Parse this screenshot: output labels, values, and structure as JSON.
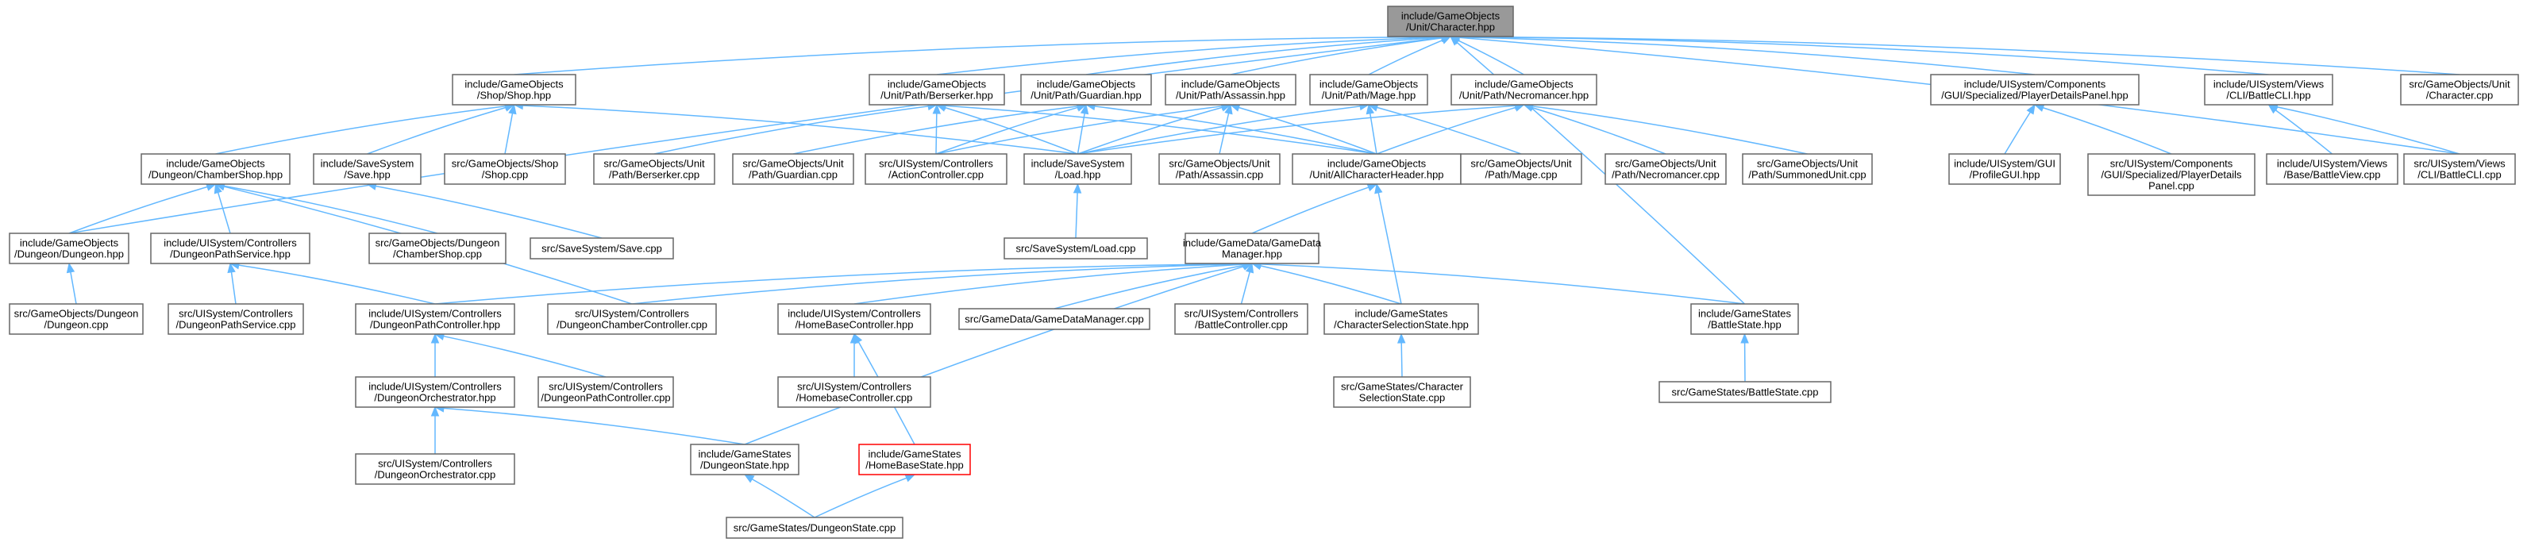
{
  "colors": {
    "edge": "#63b8ff",
    "node_border": "#666666",
    "root_fill": "#999999",
    "highlight_border": "#ff0000"
  },
  "nodes": [
    {
      "id": "char",
      "lines": [
        "include/GameObjects",
        "/Unit/Character.hpp"
      ],
      "style": "root"
    },
    {
      "id": "shop",
      "lines": [
        "include/GameObjects",
        "/Shop/Shop.hpp"
      ]
    },
    {
      "id": "berserker",
      "lines": [
        "include/GameObjects",
        "/Unit/Path/Berserker.hpp"
      ]
    },
    {
      "id": "guardian",
      "lines": [
        "include/GameObjects",
        "/Unit/Path/Guardian.hpp"
      ]
    },
    {
      "id": "assassin",
      "lines": [
        "include/GameObjects",
        "/Unit/Path/Assassin.hpp"
      ]
    },
    {
      "id": "mage",
      "lines": [
        "include/GameObjects",
        "/Unit/Path/Mage.hpp"
      ]
    },
    {
      "id": "necro",
      "lines": [
        "include/GameObjects",
        "/Unit/Path/Necromancer.hpp"
      ]
    },
    {
      "id": "pdp",
      "lines": [
        "include/UISystem/Components",
        "/GUI/Specialized/PlayerDetailsPanel.hpp"
      ]
    },
    {
      "id": "bcli",
      "lines": [
        "include/UISystem/Views",
        "/CLI/BattleCLI.hpp"
      ]
    },
    {
      "id": "charcpp",
      "lines": [
        "src/GameObjects/Unit",
        "/Character.cpp"
      ]
    },
    {
      "id": "chambershop",
      "lines": [
        "include/GameObjects",
        "/Dungeon/ChamberShop.hpp"
      ]
    },
    {
      "id": "savehpp",
      "lines": [
        "include/SaveSystem",
        "/Save.hpp"
      ]
    },
    {
      "id": "shopcpp",
      "lines": [
        "src/GameObjects/Shop",
        "/Shop.cpp"
      ]
    },
    {
      "id": "berscpp",
      "lines": [
        "src/GameObjects/Unit",
        "/Path/Berserker.cpp"
      ]
    },
    {
      "id": "guardcpp",
      "lines": [
        "src/GameObjects/Unit",
        "/Path/Guardian.cpp"
      ]
    },
    {
      "id": "actionctrl",
      "lines": [
        "src/UISystem/Controllers",
        "/ActionController.cpp"
      ]
    },
    {
      "id": "loadhpp",
      "lines": [
        "include/SaveSystem",
        "/Load.hpp"
      ]
    },
    {
      "id": "assacpp",
      "lines": [
        "src/GameObjects/Unit",
        "/Path/Assassin.cpp"
      ]
    },
    {
      "id": "allchar",
      "lines": [
        "include/GameObjects",
        "/Unit/AllCharacterHeader.hpp"
      ]
    },
    {
      "id": "magecpp",
      "lines": [
        "src/GameObjects/Unit",
        "/Path/Mage.cpp"
      ]
    },
    {
      "id": "necrocpp",
      "lines": [
        "src/GameObjects/Unit",
        "/Path/Necromancer.cpp"
      ]
    },
    {
      "id": "summoned",
      "lines": [
        "src/GameObjects/Unit",
        "/Path/SummonedUnit.cpp"
      ]
    },
    {
      "id": "profilegui",
      "lines": [
        "include/UISystem/GUI",
        "/ProfileGUI.hpp"
      ]
    },
    {
      "id": "pdpcpp",
      "lines": [
        "src/UISystem/Components",
        "/GUI/Specialized/PlayerDetails",
        "Panel.cpp"
      ]
    },
    {
      "id": "bview",
      "lines": [
        "include/UISystem/Views",
        "/Base/BattleView.cpp"
      ]
    },
    {
      "id": "bclicpp",
      "lines": [
        "src/UISystem/Views",
        "/CLI/BattleCLI.cpp"
      ]
    },
    {
      "id": "dungeonhpp",
      "lines": [
        "include/GameObjects",
        "/Dungeon/Dungeon.hpp"
      ]
    },
    {
      "id": "dpsvc",
      "lines": [
        "include/UISystem/Controllers",
        "/DungeonPathService.hpp"
      ]
    },
    {
      "id": "chshopcpp",
      "lines": [
        "src/GameObjects/Dungeon",
        "/ChamberShop.cpp"
      ]
    },
    {
      "id": "savecpp",
      "lines": [
        "src/SaveSystem/Save.cpp"
      ]
    },
    {
      "id": "loadcpp",
      "lines": [
        "src/SaveSystem/Load.cpp"
      ]
    },
    {
      "id": "gdm",
      "lines": [
        "include/GameData/GameData",
        "Manager.hpp"
      ]
    },
    {
      "id": "dungeoncpp",
      "lines": [
        "src/GameObjects/Dungeon",
        "/Dungeon.cpp"
      ]
    },
    {
      "id": "dpsvccpp",
      "lines": [
        "src/UISystem/Controllers",
        "/DungeonPathService.cpp"
      ]
    },
    {
      "id": "dpctrl",
      "lines": [
        "include/UISystem/Controllers",
        "/DungeonPathController.hpp"
      ]
    },
    {
      "id": "dchctrl",
      "lines": [
        "src/UISystem/Controllers",
        "/DungeonChamberController.cpp"
      ]
    },
    {
      "id": "hbctrl",
      "lines": [
        "include/UISystem/Controllers",
        "/HomeBaseController.hpp"
      ]
    },
    {
      "id": "gdmcpp",
      "lines": [
        "src/GameData/GameDataManager.cpp"
      ]
    },
    {
      "id": "battlectrl",
      "lines": [
        "src/UISystem/Controllers",
        "/BattleController.cpp"
      ]
    },
    {
      "id": "charsel",
      "lines": [
        "include/GameStates",
        "/CharacterSelectionState.hpp"
      ]
    },
    {
      "id": "battlestate",
      "lines": [
        "include/GameStates",
        "/BattleState.hpp"
      ]
    },
    {
      "id": "dorch",
      "lines": [
        "include/UISystem/Controllers",
        "/DungeonOrchestrator.hpp"
      ]
    },
    {
      "id": "dpctrlcpp",
      "lines": [
        "src/UISystem/Controllers",
        "/DungeonPathController.cpp"
      ]
    },
    {
      "id": "hbctrlcpp",
      "lines": [
        "src/UISystem/Controllers",
        "/HomebaseController.cpp"
      ]
    },
    {
      "id": "charselcpp",
      "lines": [
        "src/GameStates/Character",
        "SelectionState.cpp"
      ]
    },
    {
      "id": "battlestatecpp",
      "lines": [
        "src/GameStates/BattleState.cpp"
      ]
    },
    {
      "id": "dorchcpp",
      "lines": [
        "src/UISystem/Controllers",
        "/DungeonOrchestrator.cpp"
      ]
    },
    {
      "id": "dstate",
      "lines": [
        "include/GameStates",
        "/DungeonState.hpp"
      ]
    },
    {
      "id": "hbstate",
      "lines": [
        "include/GameStates",
        "/HomeBaseState.hpp"
      ],
      "style": "highlight"
    },
    {
      "id": "dstatecpp",
      "lines": [
        "src/GameStates/DungeonState.cpp"
      ]
    }
  ],
  "edges": [
    [
      "shop",
      "char"
    ],
    [
      "berserker",
      "char"
    ],
    [
      "guardian",
      "char"
    ],
    [
      "assassin",
      "char"
    ],
    [
      "mage",
      "char"
    ],
    [
      "necro",
      "char"
    ],
    [
      "pdp",
      "char"
    ],
    [
      "bcli",
      "char"
    ],
    [
      "charcpp",
      "char"
    ],
    [
      "dungeonhpp",
      "char"
    ],
    [
      "battlestate",
      "char"
    ],
    [
      "bclicpp",
      "char"
    ],
    [
      "chambershop",
      "shop"
    ],
    [
      "savehpp",
      "shop"
    ],
    [
      "shopcpp",
      "shop"
    ],
    [
      "loadhpp",
      "shop"
    ],
    [
      "berscpp",
      "berserker"
    ],
    [
      "actionctrl",
      "berserker"
    ],
    [
      "loadhpp",
      "berserker"
    ],
    [
      "allchar",
      "berserker"
    ],
    [
      "guardcpp",
      "guardian"
    ],
    [
      "actionctrl",
      "guardian"
    ],
    [
      "loadhpp",
      "guardian"
    ],
    [
      "allchar",
      "guardian"
    ],
    [
      "assacpp",
      "assassin"
    ],
    [
      "actionctrl",
      "assassin"
    ],
    [
      "loadhpp",
      "assassin"
    ],
    [
      "allchar",
      "assassin"
    ],
    [
      "magecpp",
      "mage"
    ],
    [
      "loadhpp",
      "mage"
    ],
    [
      "allchar",
      "mage"
    ],
    [
      "necrocpp",
      "necro"
    ],
    [
      "summoned",
      "necro"
    ],
    [
      "allchar",
      "necro"
    ],
    [
      "loadhpp",
      "necro"
    ],
    [
      "profilegui",
      "pdp"
    ],
    [
      "pdpcpp",
      "pdp"
    ],
    [
      "bview",
      "bcli"
    ],
    [
      "bclicpp",
      "bcli"
    ],
    [
      "dungeonhpp",
      "chambershop"
    ],
    [
      "dpsvc",
      "chambershop"
    ],
    [
      "chshopcpp",
      "chambershop"
    ],
    [
      "dchctrl",
      "chambershop"
    ],
    [
      "savecpp",
      "savehpp"
    ],
    [
      "loadcpp",
      "loadhpp"
    ],
    [
      "gdm",
      "allchar"
    ],
    [
      "charsel",
      "allchar"
    ],
    [
      "dungeoncpp",
      "dungeonhpp"
    ],
    [
      "dpsvccpp",
      "dpsvc"
    ],
    [
      "dpctrl",
      "dpsvc"
    ],
    [
      "dchctrl",
      "gdm"
    ],
    [
      "dpctrl",
      "gdm"
    ],
    [
      "hbctrl",
      "gdm"
    ],
    [
      "gdmcpp",
      "gdm"
    ],
    [
      "battlectrl",
      "gdm"
    ],
    [
      "charsel",
      "gdm"
    ],
    [
      "battlestate",
      "gdm"
    ],
    [
      "dstate",
      "gdm"
    ],
    [
      "dorch",
      "dpctrl"
    ],
    [
      "dpctrlcpp",
      "dpctrl"
    ],
    [
      "hbctrlcpp",
      "hbctrl"
    ],
    [
      "hbstate",
      "hbctrl"
    ],
    [
      "charselcpp",
      "charsel"
    ],
    [
      "battlestatecpp",
      "battlestate"
    ],
    [
      "dorchcpp",
      "dorch"
    ],
    [
      "dstate",
      "dorch"
    ],
    [
      "dstatecpp",
      "dstate"
    ],
    [
      "dstatecpp",
      "hbstate"
    ]
  ]
}
